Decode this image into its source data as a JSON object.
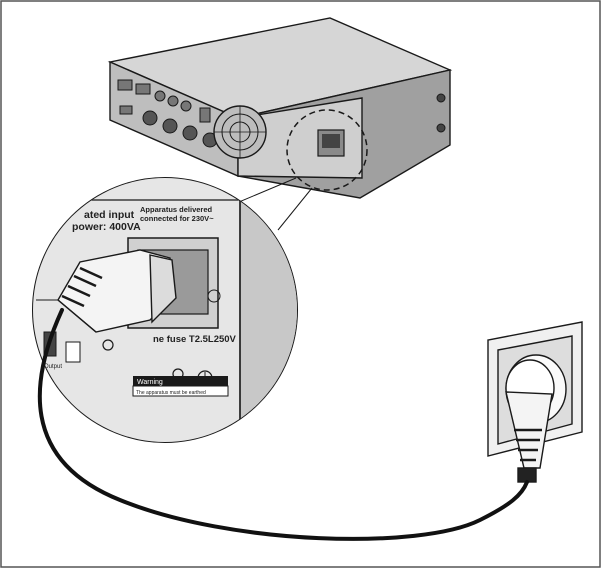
{
  "labels": {
    "rated_input": "ated input",
    "power": "power: 400VA",
    "apparatus_line1": "Apparatus delivered",
    "apparatus_line2": "connected for 230V~",
    "fuse": "ne fuse T2.5L250V",
    "warning": "Warning",
    "warning_sub": "The apparatus must be earthed",
    "output": "Output"
  },
  "colors": {
    "stroke": "#1a1a1a",
    "device_top": "#d9d9d9",
    "device_side": "#9a9a9a",
    "device_front": "#bdbdbd",
    "panel": "#e3e3e3",
    "plug": "#f2f2f2",
    "cable": "#111111",
    "wall": "#ececec"
  },
  "icons": [
    "ground-icon",
    "vent-fan-icon"
  ]
}
